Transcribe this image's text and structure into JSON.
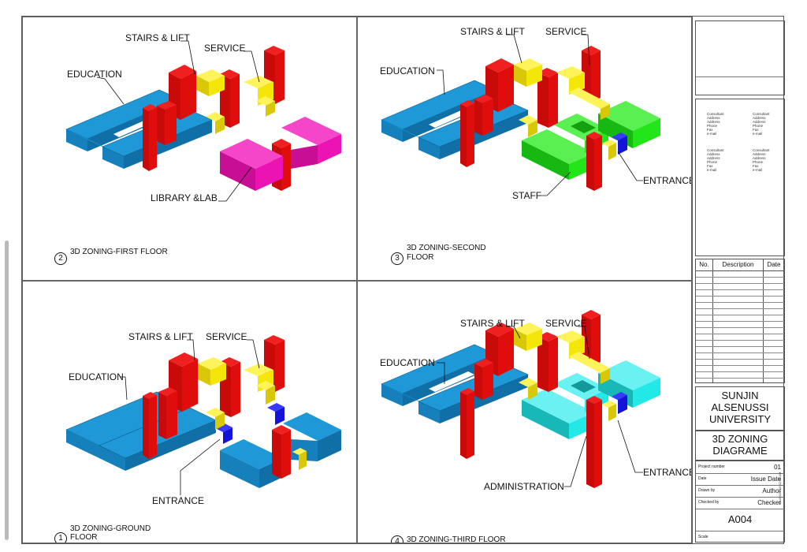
{
  "colors": {
    "education": "#1e98d6",
    "stairs_lift": "#e00d0d",
    "service": "#f5e60a",
    "library_lab": "#ec13b4",
    "staff": "#22e61a",
    "administration": "#22e8e8",
    "entrance": "#1414d8"
  },
  "panels": {
    "first": {
      "number": "2",
      "caption": "3D ZONING-FIRST FLOOR",
      "labels": {
        "stairs": "STAIRS & LIFT",
        "service": "SERVICE",
        "education": "EDUCATION",
        "library": "LIBRARY &LAB"
      }
    },
    "second": {
      "number": "3",
      "caption_l1": "3D ZONING-SECOND",
      "caption_l2": "FLOOR",
      "labels": {
        "stairs": "STAIRS & LIFT",
        "service": "SERVICE",
        "education": "EDUCATION",
        "staff": "STAFF",
        "entrance": "ENTRANCE"
      }
    },
    "ground": {
      "number": "1",
      "caption_l1": "3D ZONING-GROUND",
      "caption_l2": "FLOOR",
      "labels": {
        "stairs": "STAIRS & LIFT",
        "service": "SERVICE",
        "education": "EDUCATION",
        "entrance": "ENTRANCE"
      }
    },
    "third": {
      "number": "4",
      "caption": "3D ZONING-THIRD FLOOR",
      "labels": {
        "stairs": "STAIRS & LIFT",
        "service": "SERVICE",
        "education": "EDUCATION",
        "administration": "ADMINISTRATION",
        "entrance": "ENTRANCE"
      }
    }
  },
  "title_block": {
    "consultants": [
      [
        "Consultant",
        "Address",
        "Address",
        "Phone",
        "Fax",
        "e-mail"
      ],
      [
        "Consultant",
        "Address",
        "Address",
        "Phone",
        "Fax",
        "e-mail"
      ],
      [
        "Consultant",
        "Address",
        "Address",
        "Phone",
        "Fax",
        "e-mail"
      ],
      [
        "Consultant",
        "Address",
        "Address",
        "Phone",
        "Fax",
        "e-mail"
      ]
    ],
    "revision_headers": {
      "no": "No.",
      "description": "Description",
      "date": "Date"
    },
    "client_l1": "SUNJIN",
    "client_l2": "ALSENUSSI",
    "client_l3": "UNIVERSITY",
    "sheet_title_l1": "3D ZONING",
    "sheet_title_l2": "DIAGRAME",
    "project_number_label": "Project number",
    "project_number": "01",
    "date_label": "Date",
    "date_value": "Issue Date",
    "drawn_by_label": "Drawn by",
    "drawn_by": "Author",
    "checked_by_label": "Checked by",
    "checked_by": "Checker",
    "sheet_number": "A004",
    "scale_label": "Scale",
    "print_stamp": "6/14/2021 10:42:43 AM"
  }
}
